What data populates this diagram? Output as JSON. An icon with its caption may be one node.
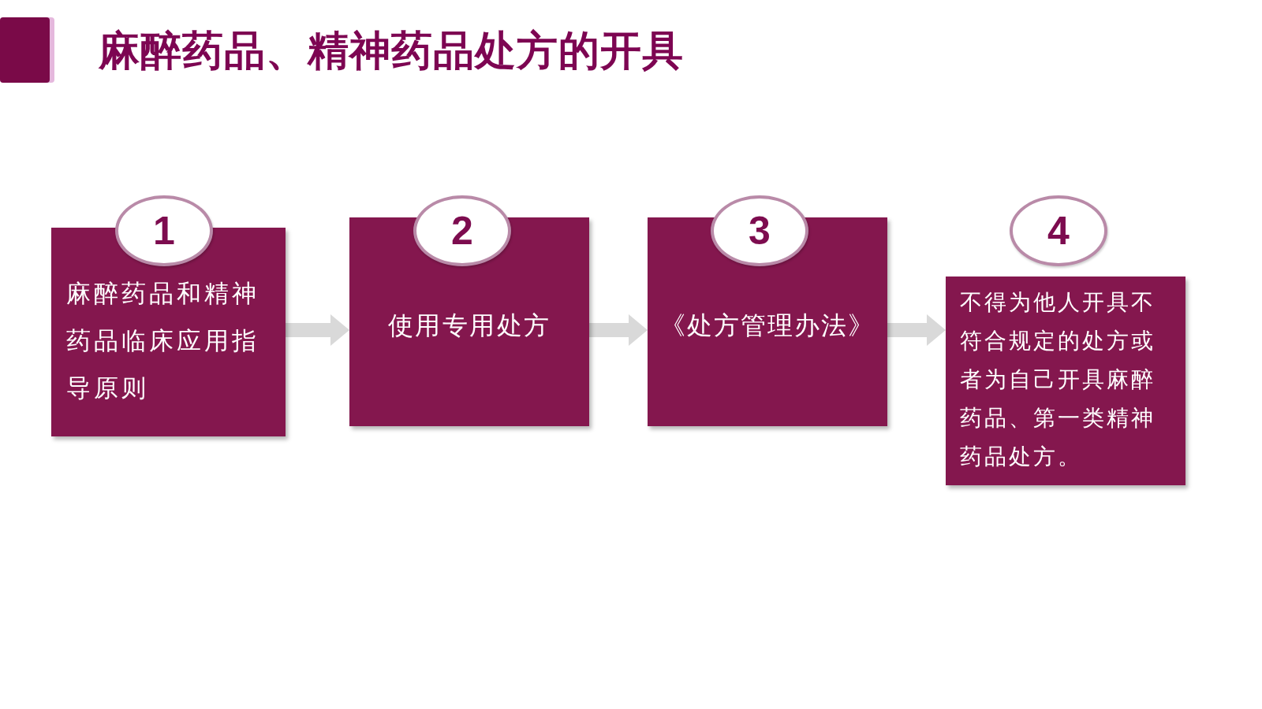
{
  "diagram": {
    "title": "麻醉药品、精神药品处方的开具",
    "nodes": [
      {
        "text": [
          "1"
        ]
      },
      {
        "text": [
          "麻醉药品和精神药品临床应用指导原则"
        ]
      },
      {
        "text": [
          "2"
        ]
      },
      {
        "text": [
          "使用专用处方"
        ]
      },
      {
        "text": [
          "3"
        ]
      },
      {
        "text": [
          "《处方管理办法》"
        ]
      },
      {
        "text": [
          "4"
        ]
      },
      {
        "text": [
          "不得为他人开具不符合规定的处方或者为自己开具麻醉药品、第一类精神药品处方。"
        ]
      }
    ],
    "edges": [
      {
        "from": 1,
        "to": 3,
        "arrow": "to"
      },
      {
        "from": 3,
        "to": 5,
        "arrow": "to"
      },
      {
        "from": 5,
        "to": 7,
        "arrow": "to"
      }
    ]
  }
}
